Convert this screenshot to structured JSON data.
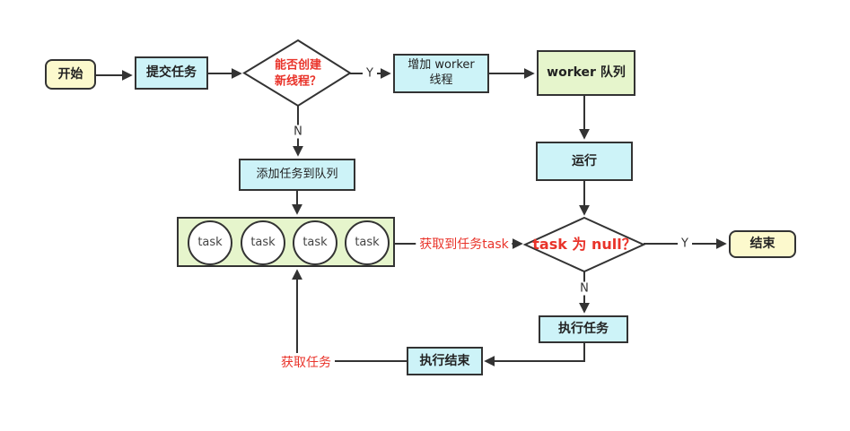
{
  "colors": {
    "box_cyan": "#cdf3f8",
    "box_green": "#e6f5cc",
    "box_yellow": "#fcf9cd",
    "border": "#333333",
    "line": "#333333",
    "red_text": "#e9332a",
    "dark_text": "#222222",
    "circle_fill": "#ffffff"
  },
  "nodes": {
    "start": {
      "label": "开始"
    },
    "submit_task": {
      "label": "提交任务"
    },
    "can_create_thread": {
      "line1": "能否创建",
      "line2": "新线程？"
    },
    "add_worker_thread": {
      "line1": "增加 worker",
      "line2": "线程"
    },
    "worker_queue": {
      "label": "worker 队列"
    },
    "run": {
      "label": "运行"
    },
    "add_task_to_queue": {
      "label": "添加任务到队列"
    },
    "task_queue": {
      "items": [
        "task",
        "task",
        "task",
        "task"
      ]
    },
    "task_is_null": {
      "label": "task 为 null？"
    },
    "end": {
      "label": "结束"
    },
    "execute_task": {
      "label": "执行任务"
    },
    "execute_done": {
      "label": "执行结束"
    }
  },
  "edge_labels": {
    "y1": "Y",
    "n1": "N",
    "y2": "Y",
    "n2": "N",
    "got_task": "获取到任务task",
    "get_task": "获取任务"
  }
}
